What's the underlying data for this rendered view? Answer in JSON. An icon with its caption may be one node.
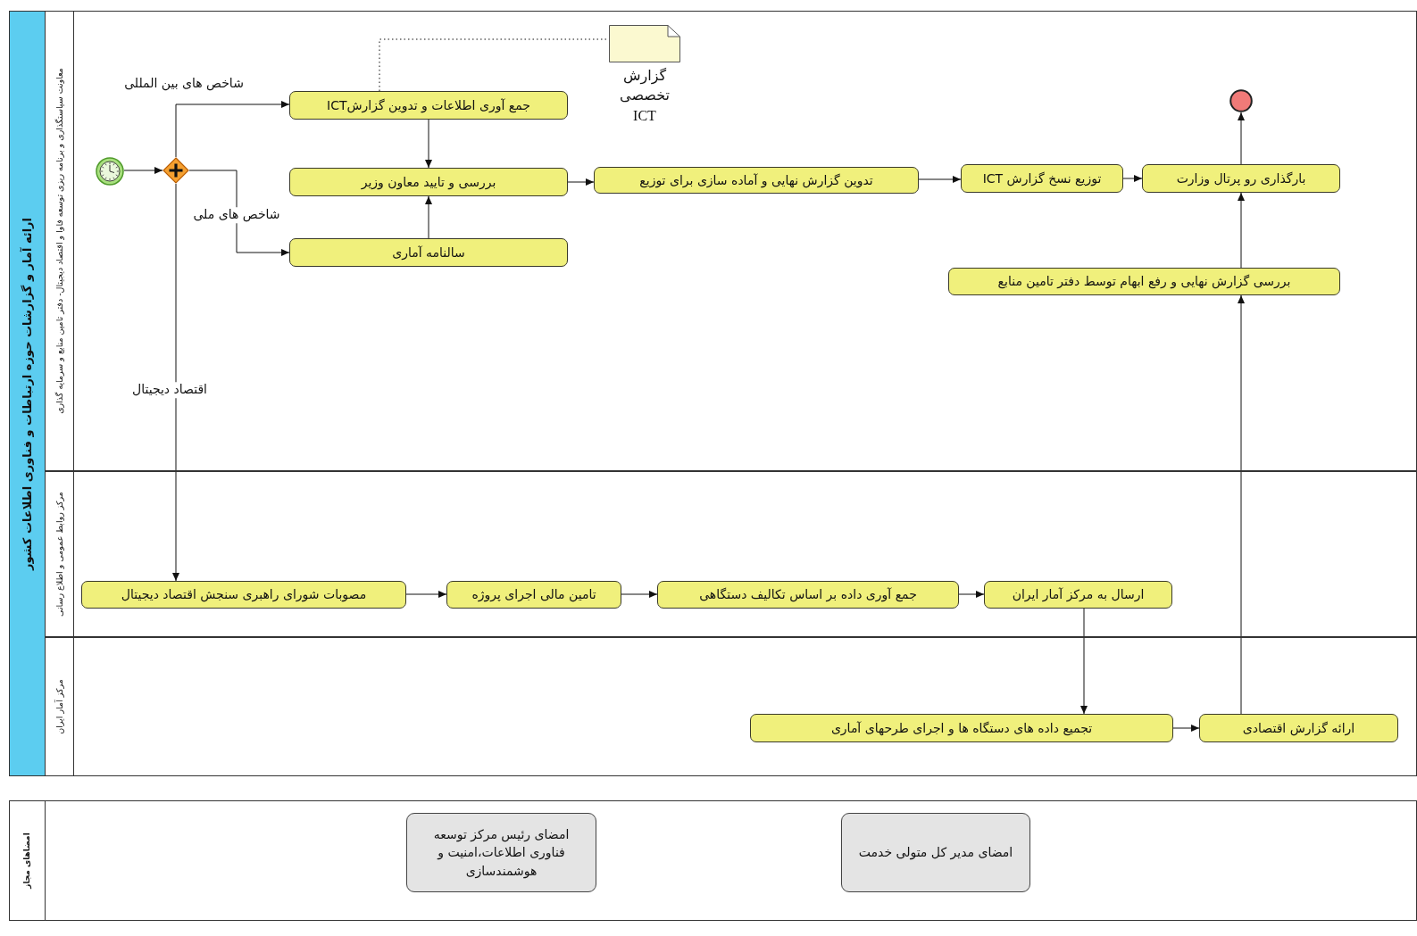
{
  "diagram": {
    "nodes": [
      {
        "text": [
          "ارائه آمار و گزارشات حوزه ارتباطات و فناوری اطلاعات کشور"
        ]
      },
      {
        "text": [
          "معاونت سیاستگذاری و برنامه ریزی توسعه فاوا و اقتصاد دیجیتال- دفتر تامین منابع و سرمایه گذاری"
        ],
        "in": 0
      },
      {
        "text": [
          "مرکز روابط عمومی و اطلاع رسانی"
        ],
        "in": 0
      },
      {
        "text": [
          "مرکز آمار ایران"
        ],
        "in": 0
      },
      {
        "text": [],
        "shape": "circle",
        "in": 1
      },
      {
        "text": [],
        "shape": "diamond",
        "in": 1
      },
      {
        "text": [
          "جمع آوری اطلاعات و تدوین گزارشICT"
        ],
        "in": 1
      },
      {
        "text": [
          "گزارش تخصصی ICT"
        ],
        "in": 1
      },
      {
        "text": [
          "بررسی و تایید معاون وزیر"
        ],
        "in": 1
      },
      {
        "text": [
          "سالنامه آماری"
        ],
        "in": 1
      },
      {
        "text": [
          "تدوین گزارش نهایی و آماده سازی برای توزیع"
        ],
        "in": 1
      },
      {
        "text": [
          "توزیع نسخ گزارش ICT"
        ],
        "in": 1
      },
      {
        "text": [
          "بارگذاری رو پرتال وزارت"
        ],
        "in": 1
      },
      {
        "text": [],
        "shape": "circle",
        "in": 1
      },
      {
        "text": [
          "بررسی گزارش نهایی و رفع ابهام توسط دفتر تامین منابع"
        ],
        "in": 1
      },
      {
        "text": [
          "مصوبات شورای راهبری سنجش اقتصاد دیجیتال"
        ],
        "in": 2
      },
      {
        "text": [
          "تامین مالی اجرای پروژه"
        ],
        "in": 2
      },
      {
        "text": [
          "جمع آوری داده بر اساس تکالیف دستگاهی"
        ],
        "in": 2
      },
      {
        "text": [
          "ارسال به مرکز آمار ایران"
        ],
        "in": 2
      },
      {
        "text": [
          "تجمیع داده های دستگاه ها و اجرای طرحهای آماری"
        ],
        "in": 3
      },
      {
        "text": [
          "ارائه گزارش اقتصادی"
        ],
        "in": 3
      },
      {
        "text": [
          "امضاهای مجاز"
        ]
      },
      {
        "text": [
          "امضای رئیس مرکز توسعه فناوری اطلاعات،امنیت و هوشمندسازی"
        ],
        "in": 21
      },
      {
        "text": [
          "امضای مدیر کل متولی خدمت"
        ],
        "in": 21
      }
    ],
    "edges": [
      {
        "from": 4,
        "to": 5,
        "arrow": "to"
      },
      {
        "from": 5,
        "to": 6,
        "arrow": "to",
        "label": "شاخص های بین المللی"
      },
      {
        "from": 5,
        "to": 9,
        "arrow": "to",
        "label": "شاخص های ملی"
      },
      {
        "from": 5,
        "to": 15,
        "arrow": "to",
        "label": "اقتصاد دیجیتال"
      },
      {
        "from": 6,
        "to": 8,
        "arrow": "to"
      },
      {
        "from": 9,
        "to": 8,
        "arrow": "to"
      },
      {
        "from": 6,
        "to": 7,
        "arrow": "none",
        "style": "dashed"
      },
      {
        "from": 8,
        "to": 10,
        "arrow": "to"
      },
      {
        "from": 10,
        "to": 11,
        "arrow": "to"
      },
      {
        "from": 11,
        "to": 12,
        "arrow": "to"
      },
      {
        "from": 12,
        "to": 13,
        "arrow": "to"
      },
      {
        "from": 14,
        "to": 12,
        "arrow": "to"
      },
      {
        "from": 15,
        "to": 16,
        "arrow": "to"
      },
      {
        "from": 16,
        "to": 17,
        "arrow": "to"
      },
      {
        "from": 17,
        "to": 18,
        "arrow": "to"
      },
      {
        "from": 18,
        "to": 19,
        "arrow": "to"
      },
      {
        "from": 19,
        "to": 20,
        "arrow": "to"
      },
      {
        "from": 20,
        "to": 14,
        "arrow": "to"
      }
    ]
  }
}
